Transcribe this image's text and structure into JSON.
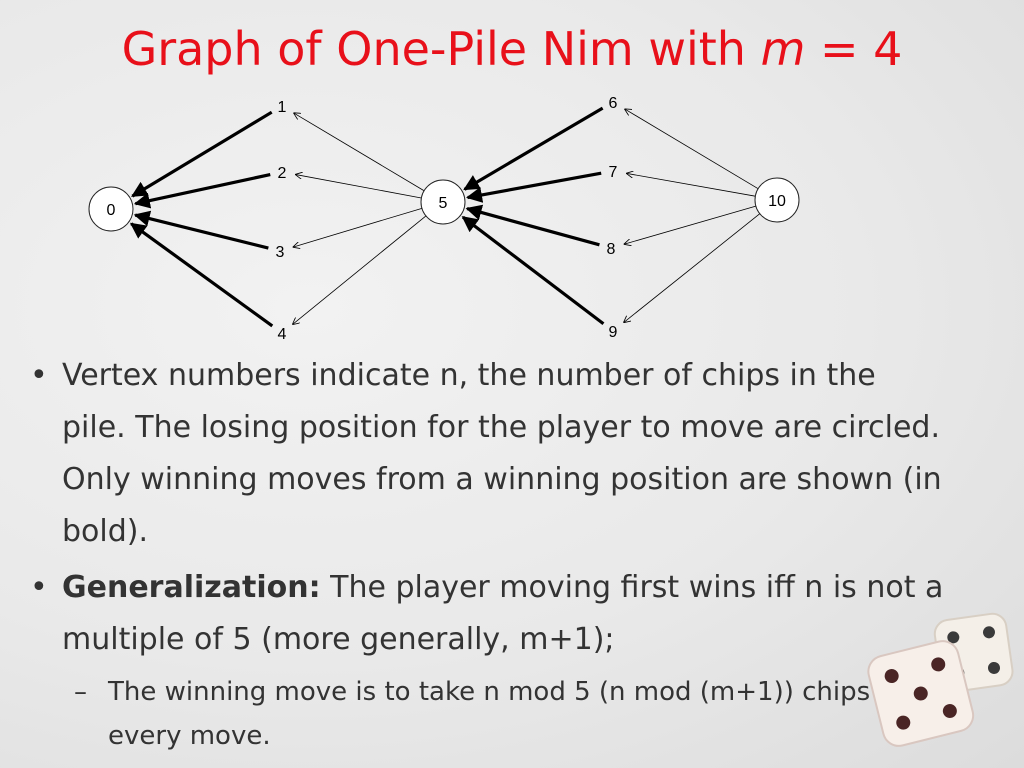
{
  "title": {
    "prefix": "Graph of One-Pile Nim with ",
    "var": "m",
    "suffix": " = 4"
  },
  "graph": {
    "vertices": [
      {
        "id": "0",
        "label": "0",
        "circled": true
      },
      {
        "id": "1",
        "label": "1",
        "circled": false
      },
      {
        "id": "2",
        "label": "2",
        "circled": false
      },
      {
        "id": "3",
        "label": "3",
        "circled": false
      },
      {
        "id": "4",
        "label": "4",
        "circled": false
      },
      {
        "id": "5",
        "label": "5",
        "circled": true
      },
      {
        "id": "6",
        "label": "6",
        "circled": false
      },
      {
        "id": "7",
        "label": "7",
        "circled": false
      },
      {
        "id": "8",
        "label": "8",
        "circled": false
      },
      {
        "id": "9",
        "label": "9",
        "circled": false
      },
      {
        "id": "10",
        "label": "10",
        "circled": true
      }
    ],
    "edges": [
      {
        "from": "1",
        "to": "0",
        "bold": true
      },
      {
        "from": "2",
        "to": "0",
        "bold": true
      },
      {
        "from": "3",
        "to": "0",
        "bold": true
      },
      {
        "from": "4",
        "to": "0",
        "bold": true
      },
      {
        "from": "5",
        "to": "1",
        "bold": false
      },
      {
        "from": "5",
        "to": "2",
        "bold": false
      },
      {
        "from": "5",
        "to": "3",
        "bold": false
      },
      {
        "from": "5",
        "to": "4",
        "bold": false
      },
      {
        "from": "6",
        "to": "5",
        "bold": true
      },
      {
        "from": "7",
        "to": "5",
        "bold": true
      },
      {
        "from": "8",
        "to": "5",
        "bold": true
      },
      {
        "from": "9",
        "to": "5",
        "bold": true
      },
      {
        "from": "10",
        "to": "6",
        "bold": false
      },
      {
        "from": "10",
        "to": "7",
        "bold": false
      },
      {
        "from": "10",
        "to": "8",
        "bold": false
      },
      {
        "from": "10",
        "to": "9",
        "bold": false
      }
    ]
  },
  "bullets": {
    "item1": "Vertex numbers indicate n, the number of chips in the pile.  The losing position for the player to move are circled.  Only winning moves from a winning position are shown (in bold).",
    "item2_bold": "Generalization:",
    "item2_rest": " The player moving first wins iff n is not a multiple of 5 (more generally, m+1);",
    "subitem_dash": "–",
    "subitem": "The winning move is to take n mod 5 (n mod (m+1)) chips on every move."
  },
  "colors": {
    "title": "#e8101a",
    "text": "#333333",
    "edge": "#000000"
  },
  "decor": {
    "image": "dice-icon"
  }
}
